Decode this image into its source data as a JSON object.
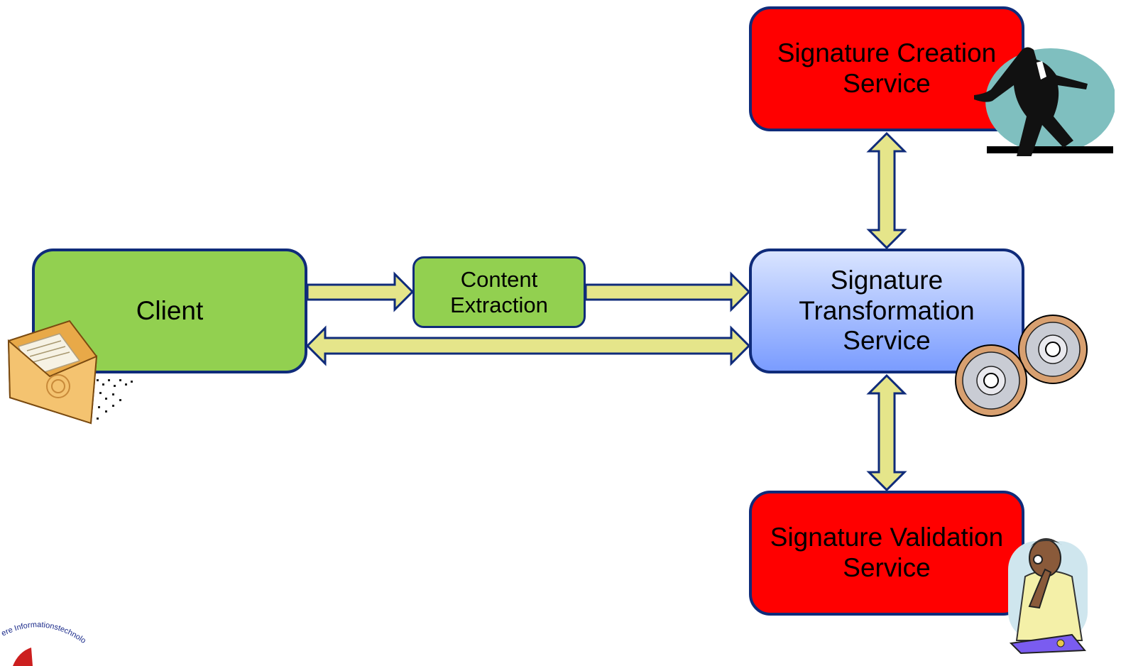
{
  "diagram": {
    "nodes": {
      "client": "Client",
      "content_extraction": "Content\nExtraction",
      "transformation": "Signature\nTransformation\nService",
      "creation": "Signature Creation\nService",
      "validation": "Signature Validation\nService"
    },
    "edges": [
      {
        "from": "client",
        "to": "content_extraction",
        "direction": "forward"
      },
      {
        "from": "content_extraction",
        "to": "transformation",
        "direction": "forward"
      },
      {
        "from": "client",
        "to": "transformation",
        "direction": "both"
      },
      {
        "from": "transformation",
        "to": "creation",
        "direction": "both"
      },
      {
        "from": "transformation",
        "to": "validation",
        "direction": "both"
      }
    ],
    "logo_text": "ere Informationstechnolo",
    "colors": {
      "client_fill": "#92d050",
      "service_fill": "#ff0000",
      "transform_gradient_top": "#d9e4ff",
      "transform_gradient_bottom": "#7a9cff",
      "border": "#0f2b7a",
      "arrow_fill": "#e5e58a"
    }
  }
}
